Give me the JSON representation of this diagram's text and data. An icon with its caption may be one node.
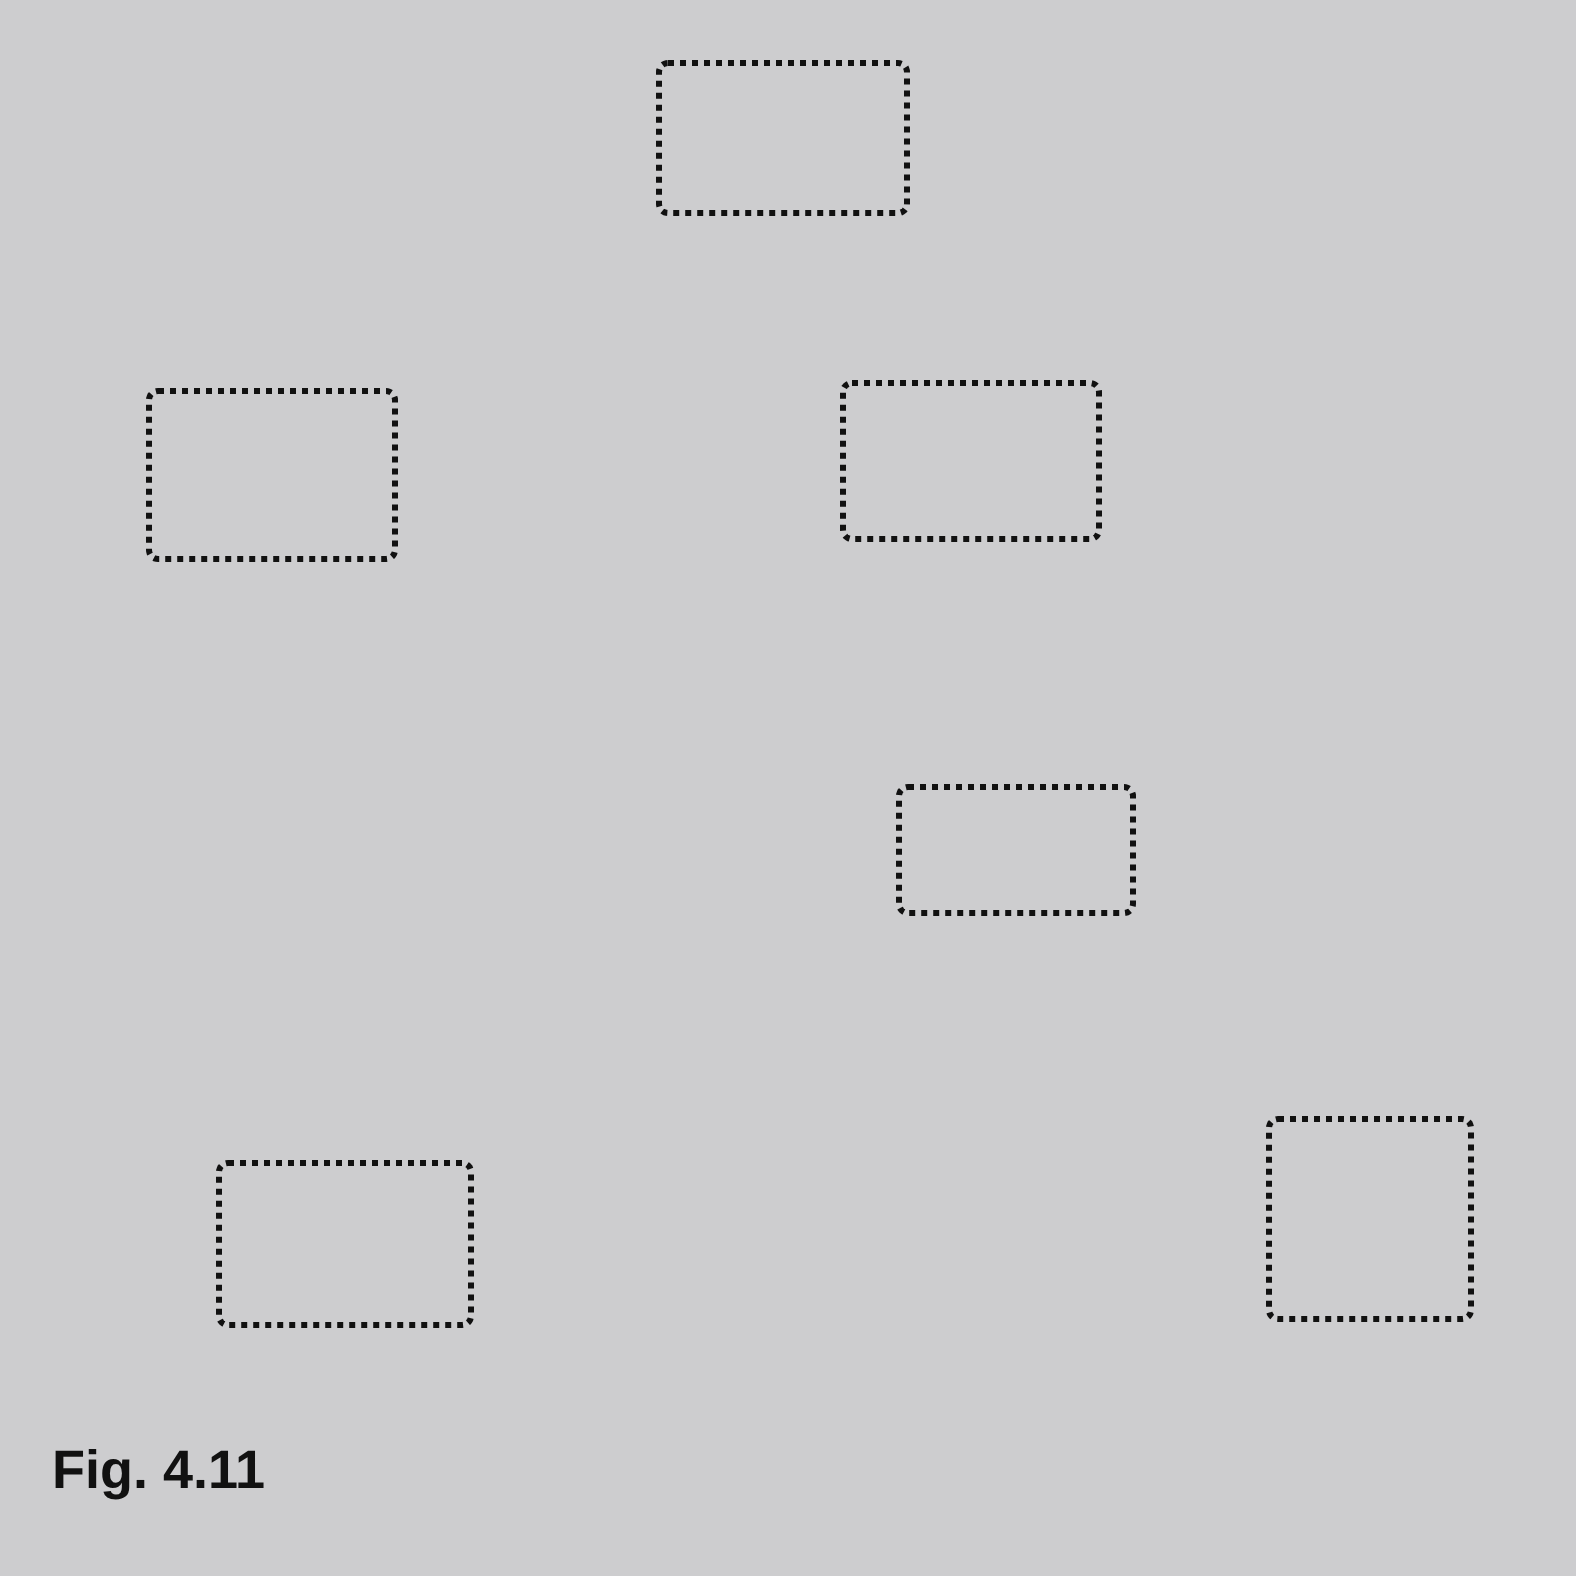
{
  "diagram": {
    "caption": "Fig. 4.11",
    "nodes": [
      {
        "text": [],
        "shape": "box"
      },
      {
        "text": [],
        "shape": "box"
      },
      {
        "text": [],
        "shape": "box"
      },
      {
        "text": [],
        "shape": "box"
      },
      {
        "text": [],
        "shape": "box"
      },
      {
        "text": [],
        "shape": "box"
      }
    ]
  }
}
